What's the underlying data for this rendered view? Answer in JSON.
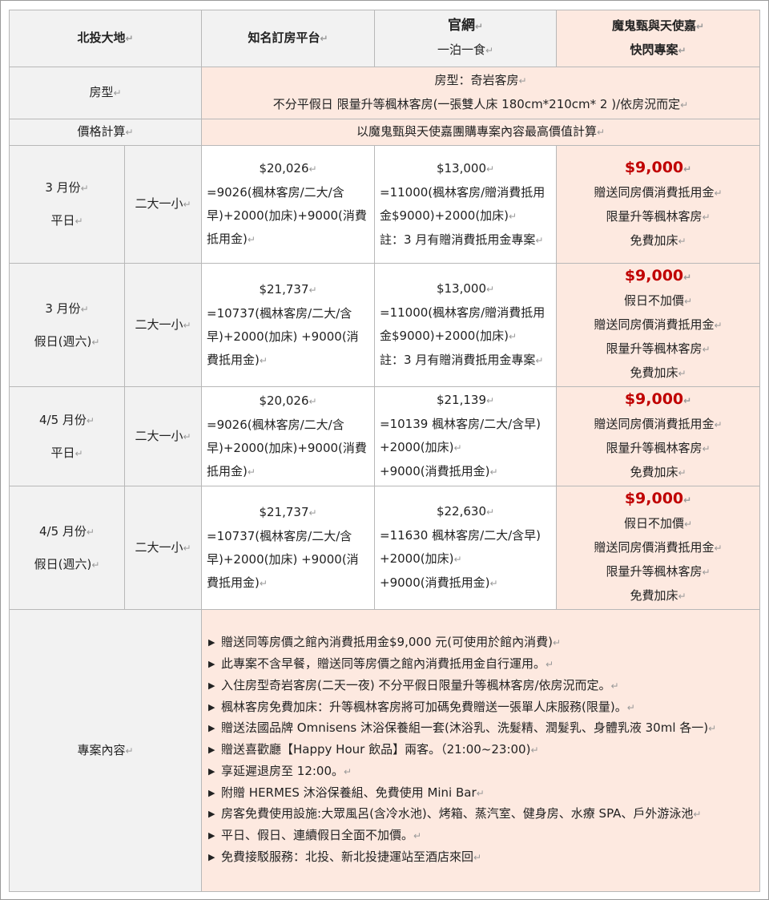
{
  "header": {
    "col1": "北投大地",
    "col2": "知名訂房平台",
    "col3_line1": "官網",
    "col3_line2": "一泊一食",
    "col4_line1": "魔鬼甄與天使嘉",
    "col4_line2": "快閃專案"
  },
  "room_type": {
    "label": "房型",
    "line1": "房型：奇岩客房",
    "line2": "不分平假日 限量升等楓林客房(一張雙人床 180cm*210cm* 2 )/依房況而定"
  },
  "price_calc": {
    "label": "價格計算",
    "value": "以魔鬼甄與天使嘉團購專案內容最高價值計算"
  },
  "rows": [
    {
      "period": "3 月份",
      "day": "平日",
      "guests": "二大一小",
      "platform": [
        "$20,026",
        "=9026(楓林客房/二大/含早)+2000(加床)+9000(消費抵用金)"
      ],
      "official": [
        "$13,000",
        "=11000(楓林客房/贈消費抵用金$9000)+2000(加床)",
        "註：3 月有贈消費抵用金專案"
      ],
      "deal_price": "$9,000",
      "deal_lines": [
        "贈送同房價消費抵用金",
        "限量升等楓林客房",
        "免費加床"
      ]
    },
    {
      "period": "3 月份",
      "day": "假日(週六)",
      "guests": "二大一小",
      "platform": [
        "$21,737",
        "=10737(楓林客房/二大/含早)+2000(加床) +9000(消費抵用金)"
      ],
      "official": [
        "$13,000",
        "=11000(楓林客房/贈消費抵用金$9000)+2000(加床)",
        "註：3 月有贈消費抵用金專案"
      ],
      "deal_price": "$9,000",
      "deal_lines": [
        "假日不加價",
        "贈送同房價消費抵用金",
        "限量升等楓林客房",
        "免費加床"
      ]
    },
    {
      "period": "4/5 月份",
      "day": "平日",
      "guests": "二大一小",
      "platform": [
        "$20,026",
        "=9026(楓林客房/二大/含早)+2000(加床)+9000(消費抵用金)"
      ],
      "official": [
        "$21,139",
        "=10139 楓林客房/二大/含早) +2000(加床)",
        "+9000(消費抵用金)"
      ],
      "deal_price": "$9,000",
      "deal_lines": [
        "贈送同房價消費抵用金",
        "限量升等楓林客房",
        "免費加床"
      ]
    },
    {
      "period": "4/5 月份",
      "day": "假日(週六)",
      "guests": "二大一小",
      "platform": [
        "$21,737",
        "=10737(楓林客房/二大/含早)+2000(加床) +9000(消費抵用金)"
      ],
      "official": [
        "$22,630",
        "=11630 楓林客房/二大/含早) +2000(加床)",
        "+9000(消費抵用金)"
      ],
      "deal_price": "$9,000",
      "deal_lines": [
        "假日不加價",
        "贈送同房價消費抵用金",
        "限量升等楓林客房",
        "免費加床"
      ]
    }
  ],
  "plan": {
    "label": "專案內容",
    "bullet_icon": "triangle-bullet-icon",
    "items": [
      "贈送同等房價之館內消費抵用金$9,000 元(可使用於館內消費)",
      "此專案不含早餐，贈送同等房價之館內消費抵用金自行運用。",
      "入住房型奇岩客房(二天一夜) 不分平假日限量升等楓林客房/依房況而定。",
      "楓林客房免費加床：升等楓林客房將可加碼免費贈送一張單人床服務(限量)。",
      "贈送法國品牌 Omnisens 沐浴保養組一套(沐浴乳、洗髮精、潤髮乳、身體乳液 30ml 各一)",
      "贈送喜歡廳【Happy Hour 飲品】兩客。（21:00~23:00)",
      "享延遲退房至 12:00。",
      "附贈 HERMES 沐浴保養組、免費使用 Mini Bar",
      "房客免費使用設施:大眾風呂(含冷水池)、烤箱、蒸汽室、健身房、水療 SPA、戶外游泳池",
      "平日、假日、連續假日全面不加價。",
      "免費接駁服務：北投、新北投捷運站至酒店來回"
    ]
  },
  "colors": {
    "header_bg": "#f2f2f2",
    "deal_bg": "#fde9e0",
    "deal_price": "#c00000",
    "border": "#b8b8b8"
  }
}
